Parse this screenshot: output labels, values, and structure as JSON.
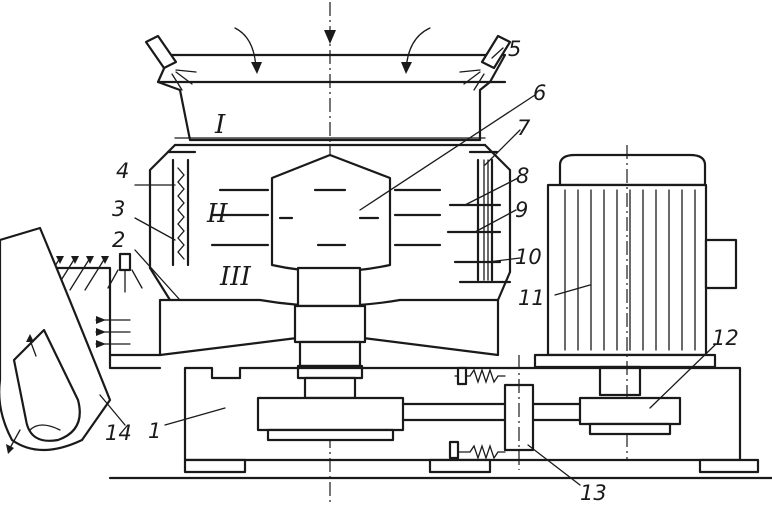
{
  "labels": {
    "p1": "1",
    "p2": "2",
    "p3": "3",
    "p4": "4",
    "p5": "5",
    "p6": "6",
    "p7": "7",
    "p8": "8",
    "p9": "9",
    "p10": "10",
    "p11": "11",
    "p12": "12",
    "p13": "13",
    "p14": "14"
  },
  "zones": {
    "z1": "I",
    "z2": "II",
    "z3": "III"
  },
  "colors": {
    "ink": "#1a1a1a",
    "paper": "#ffffff"
  }
}
